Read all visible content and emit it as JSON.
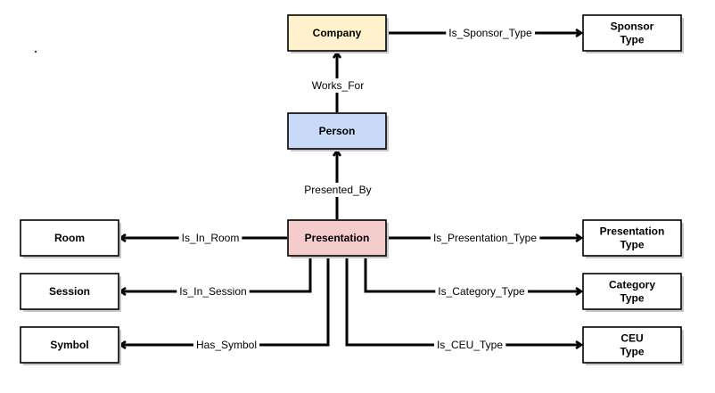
{
  "nodes": {
    "company": {
      "lines": [
        "Company"
      ],
      "fill": "#fff2cc"
    },
    "sponsor_type": {
      "lines": [
        "Sponsor",
        "Type"
      ],
      "fill": "#ffffff"
    },
    "person": {
      "lines": [
        "Person"
      ],
      "fill": "#c9daf8"
    },
    "presentation": {
      "lines": [
        "Presentation"
      ],
      "fill": "#f4cccc"
    },
    "room": {
      "lines": [
        "Room"
      ],
      "fill": "#ffffff"
    },
    "session": {
      "lines": [
        "Session"
      ],
      "fill": "#ffffff"
    },
    "symbol": {
      "lines": [
        "Symbol"
      ],
      "fill": "#ffffff"
    },
    "presentation_type": {
      "lines": [
        "Presentation",
        "Type"
      ],
      "fill": "#ffffff"
    },
    "category_type": {
      "lines": [
        "Category",
        "Type"
      ],
      "fill": "#ffffff"
    },
    "ceu_type": {
      "lines": [
        "CEU",
        "Type"
      ],
      "fill": "#ffffff"
    }
  },
  "edges": [
    {
      "id": "is-sponsor-type",
      "from": "company",
      "to": "sponsor_type",
      "label": "Is_Sponsor_Type"
    },
    {
      "id": "works-for",
      "from": "person",
      "to": "company",
      "label": "Works_For"
    },
    {
      "id": "presented-by",
      "from": "presentation",
      "to": "person",
      "label": "Presented_By"
    },
    {
      "id": "is-in-room",
      "from": "presentation",
      "to": "room",
      "label": "Is_In_Room"
    },
    {
      "id": "is-in-session",
      "from": "presentation",
      "to": "session",
      "label": "Is_In_Session"
    },
    {
      "id": "has-symbol",
      "from": "presentation",
      "to": "symbol",
      "label": "Has_Symbol"
    },
    {
      "id": "is-presentation-type",
      "from": "presentation",
      "to": "presentation_type",
      "label": "Is_Presentation_Type"
    },
    {
      "id": "is-category-type",
      "from": "presentation",
      "to": "category_type",
      "label": "Is_Category_Type"
    },
    {
      "id": "is-ceu-type",
      "from": "presentation",
      "to": "ceu_type",
      "label": "Is_CEU_Type"
    }
  ],
  "colors": {
    "stroke": "#000000",
    "shadow": "#c8c8c8"
  }
}
